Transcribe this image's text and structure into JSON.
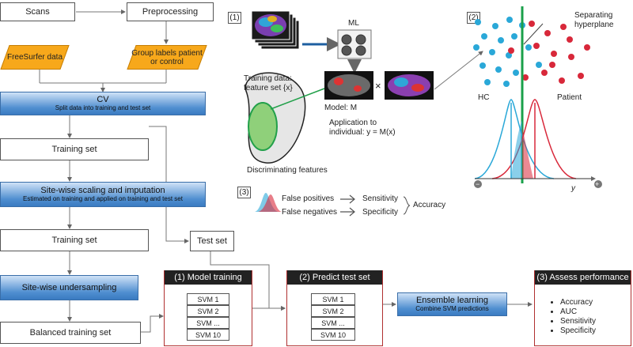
{
  "flow": {
    "scans": "Scans",
    "preprocessing": "Preprocessing",
    "freesurfer": "FreeSurfer data",
    "group_labels": "Group labels patient or control",
    "cv_title": "CV",
    "cv_sub": "Split data into training and test set",
    "training_set_1": "Training set",
    "scaling_title": "Site-wise scaling and imputation",
    "scaling_sub": "Estimated on training and applied on training and test set",
    "training_set_2": "Training set",
    "test_set": "Test set",
    "undersampling": "Site-wise undersampling",
    "balanced": "Balanced training set"
  },
  "model_training": {
    "header": "(1) Model training",
    "svms": [
      "SVM 1",
      "SVM 2",
      "SVM ...",
      "SVM 10"
    ]
  },
  "predict": {
    "header": "(2) Predict test set",
    "svms": [
      "SVM 1",
      "SVM 2",
      "SVM ...",
      "SVM 10"
    ]
  },
  "ensemble": {
    "title": "Ensemble learning",
    "sub": "Combine SVM predictions"
  },
  "assess": {
    "header": "(3) Assess performance",
    "items": [
      "Accuracy",
      "AUC",
      "Sensitivity",
      "Specificity"
    ]
  },
  "panel1": {
    "num": "(1)",
    "ml": "ML",
    "training_data": "Training data:",
    "feature_set": "feature set {x}",
    "model": "Model: M",
    "times": "×",
    "application": "Application to",
    "individual": "individual: y = M(x)",
    "discriminating": "Discriminating features"
  },
  "panel2": {
    "num": "(2)",
    "separating": "Separating",
    "hyperplane": "hyperplane",
    "hc": "HC",
    "patient": "Patient",
    "minus": "−",
    "plus": "+",
    "y": "y"
  },
  "panel3": {
    "num": "(3)",
    "fp": "False positives",
    "fn": "False negatives",
    "sensitivity": "Sensitivity",
    "specificity": "Specificity",
    "accuracy": "Accuracy"
  },
  "colors": {
    "hc": "#2aa8d8",
    "patient": "#d8283a",
    "hyperplane": "#1aa04a",
    "flow_blue": "#4f8ed0",
    "orange": "#f7a81b",
    "red_border": "#b03030"
  }
}
